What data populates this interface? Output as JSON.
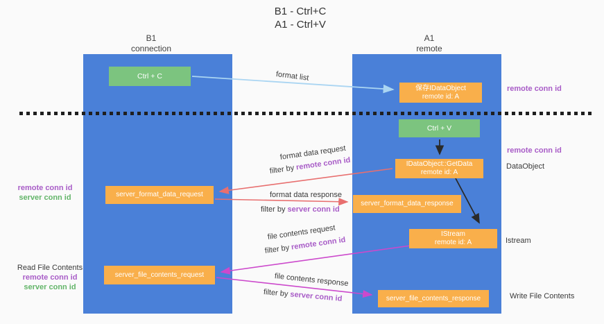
{
  "title": {
    "line1": "B1 - Ctrl+C",
    "line2": "A1 - Ctrl+V"
  },
  "lanes": {
    "left": {
      "name": "B1",
      "role": "connection"
    },
    "right": {
      "name": "A1",
      "role": "remote"
    }
  },
  "nodes": {
    "ctrl_c": {
      "label": "Ctrl + C"
    },
    "save_idataobject": {
      "line1": "保存IDataObject",
      "line2": "remote id: A"
    },
    "ctrl_v": {
      "label": "Ctrl + V"
    },
    "getdata": {
      "line1": "IDataObject::GetData",
      "line2": "remote id: A"
    },
    "format_request": {
      "label": "server_format_data_request"
    },
    "format_response": {
      "label": "server_format_data_response"
    },
    "istream": {
      "line1": "IStream",
      "line2": "remote id: A"
    },
    "file_request": {
      "label": "server_file_contents_request"
    },
    "file_response": {
      "label": "server_file_contents_response"
    }
  },
  "annotations": {
    "remote_conn_id": "remote conn id",
    "server_conn_id": "server conn id",
    "dataobject": "DataObject",
    "istream": "Istream",
    "read_file_contents": "Read File Contents",
    "write_file_contents": "Write File Contents"
  },
  "arrow_labels": {
    "format_list": "format list",
    "format_data_request": "format data request",
    "format_data_response": "format data response",
    "file_contents_request": "file contents request",
    "file_contents_response": "file contents response",
    "filter_by": "filter by "
  },
  "colors": {
    "lane_blue": "#4a80d8",
    "node_orange": "#f9af4b",
    "node_green": "#7cc47f",
    "arrow_light_blue": "#aad5f2",
    "arrow_red": "#e86f6f",
    "arrow_magenta": "#cc49cc",
    "arrow_black": "#2a2a2a",
    "label_purple": "#a85cc7",
    "label_green": "#63b569"
  }
}
